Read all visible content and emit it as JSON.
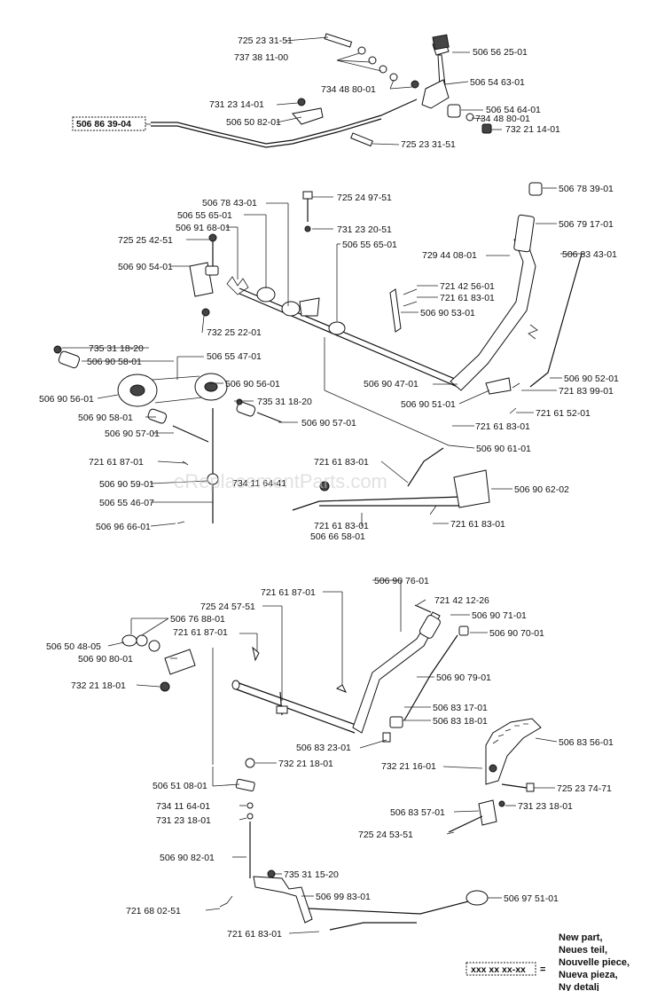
{
  "watermark": "eReplacementParts.com",
  "sections": [
    {
      "name": "cable",
      "labels": [
        {
          "id": "c1",
          "text": "725 23 31-51"
        },
        {
          "id": "c2",
          "text": "737 38 11-00"
        },
        {
          "id": "c3",
          "text": "734 48 80-01"
        },
        {
          "id": "c4",
          "text": "731 23 14-01"
        },
        {
          "id": "c5",
          "text": "506 50 82-01"
        },
        {
          "id": "c6",
          "text": "506 86 39-04",
          "boxed": true
        },
        {
          "id": "c7",
          "text": "725 23 31-51"
        },
        {
          "id": "c8",
          "text": "506 56 25-01"
        },
        {
          "id": "c9",
          "text": "506 54 63-01"
        },
        {
          "id": "c10",
          "text": "506 54 64-01"
        },
        {
          "id": "c11",
          "text": "734 48 80-01"
        },
        {
          "id": "c12",
          "text": "732 21 14-01"
        }
      ]
    },
    {
      "name": "lift-linkage",
      "labels": [
        {
          "id": "m1",
          "text": "506 78 43-01"
        },
        {
          "id": "m2",
          "text": "506 55 65-01"
        },
        {
          "id": "m3",
          "text": "506 91 68-01"
        },
        {
          "id": "m4",
          "text": "725 25 42-51"
        },
        {
          "id": "m5",
          "text": "506 90 54-01"
        },
        {
          "id": "m6",
          "text": "732 25 22-01"
        },
        {
          "id": "m7",
          "text": "735 31 18-20"
        },
        {
          "id": "m8",
          "text": "506 90 58-01"
        },
        {
          "id": "m9",
          "text": "506 55 47-01"
        },
        {
          "id": "m10",
          "text": "506 90 56-01"
        },
        {
          "id": "m11",
          "text": "506 90 56-01"
        },
        {
          "id": "m12",
          "text": "735 31 18-20"
        },
        {
          "id": "m13",
          "text": "506 90 58-01"
        },
        {
          "id": "m14",
          "text": "506 90 57-01"
        },
        {
          "id": "m15",
          "text": "506 90 57-01"
        },
        {
          "id": "m16",
          "text": "725 24 97-51"
        },
        {
          "id": "m17",
          "text": "731 23 20-51"
        },
        {
          "id": "m18",
          "text": "506 55 65-01"
        },
        {
          "id": "m19",
          "text": "729 44 08-01"
        },
        {
          "id": "m20",
          "text": "721 42 56-01"
        },
        {
          "id": "m21",
          "text": "721 61 83-01"
        },
        {
          "id": "m22",
          "text": "506 90 53-01"
        },
        {
          "id": "m23",
          "text": "506 90 47-01"
        },
        {
          "id": "m24",
          "text": "506 90 51-01"
        },
        {
          "id": "m25",
          "text": "506 78 39-01"
        },
        {
          "id": "m26",
          "text": "506 79 17-01"
        },
        {
          "id": "m27",
          "text": "506 83 43-01"
        },
        {
          "id": "m28",
          "text": "506 90 52-01"
        },
        {
          "id": "m29",
          "text": "721 83 99-01"
        },
        {
          "id": "m30",
          "text": "721 61 52-01"
        },
        {
          "id": "m31",
          "text": "721 61 83-01"
        },
        {
          "id": "m32",
          "text": "506 90 61-01"
        },
        {
          "id": "m33",
          "text": "721 61 87-01"
        },
        {
          "id": "m34",
          "text": "506 90 59-01"
        },
        {
          "id": "m35",
          "text": "734 11 64-41"
        },
        {
          "id": "m36",
          "text": "506 55 46-07"
        },
        {
          "id": "m37",
          "text": "506 96 66-01"
        },
        {
          "id": "m38",
          "text": "721 61 83-01"
        },
        {
          "id": "m39",
          "text": "506 90 62-02"
        },
        {
          "id": "m40",
          "text": "721 61 83-01"
        },
        {
          "id": "m41",
          "text": "506 66 58-01"
        },
        {
          "id": "m42",
          "text": "721 61 83-01"
        }
      ]
    },
    {
      "name": "height-adjust",
      "labels": [
        {
          "id": "b1",
          "text": "506 90 76-01"
        },
        {
          "id": "b2",
          "text": "725 24 57-51"
        },
        {
          "id": "b3",
          "text": "721 61 87-01"
        },
        {
          "id": "b4",
          "text": "506 76 88-01"
        },
        {
          "id": "b5",
          "text": "506 50 48-05"
        },
        {
          "id": "b6",
          "text": "721 61 87-01"
        },
        {
          "id": "b7",
          "text": "506 90 80-01"
        },
        {
          "id": "b8",
          "text": "732 21 18-01"
        },
        {
          "id": "b9",
          "text": "721 42 12-26"
        },
        {
          "id": "b10",
          "text": "506 90 71-01"
        },
        {
          "id": "b11",
          "text": "506 90 70-01"
        },
        {
          "id": "b12",
          "text": "506 90 79-01"
        },
        {
          "id": "b13",
          "text": "506 83 17-01"
        },
        {
          "id": "b14",
          "text": "506 83 18-01"
        },
        {
          "id": "b15",
          "text": "506 83 23-01"
        },
        {
          "id": "b16",
          "text": "506 83 56-01"
        },
        {
          "id": "b17",
          "text": "732 21 18-01"
        },
        {
          "id": "b18",
          "text": "732 21 16-01"
        },
        {
          "id": "b19",
          "text": "506 51 08-01"
        },
        {
          "id": "b20",
          "text": "725 23 74-71"
        },
        {
          "id": "b21",
          "text": "734 11 64-01"
        },
        {
          "id": "b22",
          "text": "731 23 18-01"
        },
        {
          "id": "b23",
          "text": "506 83 57-01"
        },
        {
          "id": "b24",
          "text": "731 23 18-01"
        },
        {
          "id": "b25",
          "text": "725 24 53-51"
        },
        {
          "id": "b26",
          "text": "506 90 82-01"
        },
        {
          "id": "b27",
          "text": "735 31 15-20"
        },
        {
          "id": "b28",
          "text": "506 99 83-01"
        },
        {
          "id": "b29",
          "text": "506 97 51-01"
        },
        {
          "id": "b30",
          "text": "721 68 02-51"
        },
        {
          "id": "b31",
          "text": "721 61 83-01"
        }
      ]
    }
  ],
  "legend": {
    "code": "xxx xx xx-xx",
    "equals": "=",
    "lines": [
      "New part,",
      "Neues teil,",
      "Nouvelle piece,",
      "Nueva pieza,",
      "Ny detalj"
    ]
  }
}
